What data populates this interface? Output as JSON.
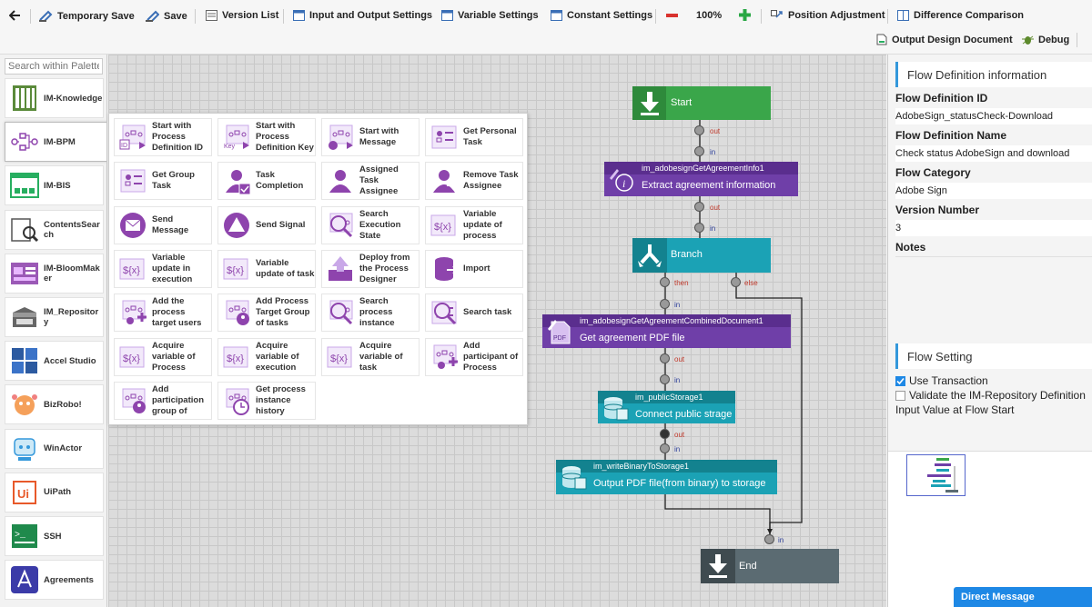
{
  "toolbar": {
    "back_label": "",
    "temporary_save": "Temporary Save",
    "save": "Save",
    "version_list": "Version List",
    "io_settings": "Input and Output Settings",
    "variable_settings": "Variable Settings",
    "constant_settings": "Constant Settings",
    "zoom": "100%",
    "position_adjustment": "Position Adjustment",
    "difference_comparison": "Difference Comparison",
    "output_design_document": "Output Design Document",
    "debug": "Debug"
  },
  "palette": {
    "search_placeholder": "Search within Palette",
    "items": [
      {
        "label": "IM-Knowledge",
        "color": "#5a8a3a"
      },
      {
        "label": "IM-BPM",
        "color": "#8e44ad"
      },
      {
        "label": "IM-BIS",
        "color": "#27ae60"
      },
      {
        "label": "ContentsSearch",
        "color": "#555555"
      },
      {
        "label": "IM-BloomMaker",
        "color": "#8e44ad"
      },
      {
        "label": "IM_Repository",
        "color": "#555555"
      },
      {
        "label": "Accel Studio",
        "color": "#2c5aa0"
      },
      {
        "label": "BizRobo!",
        "color": "#e67e22"
      },
      {
        "label": "WinActor",
        "color": "#3498db"
      },
      {
        "label": "UiPath",
        "color": "#e8592a"
      },
      {
        "label": "SSH",
        "color": "#27ae60"
      },
      {
        "label": "Agreements",
        "color": "#3b3ba8"
      }
    ]
  },
  "subpalette": {
    "items": [
      "Start with Process Definition ID",
      "Start with Process Definition Key",
      "Start with Message",
      "Get Personal Task",
      "Get Group Task",
      "Task Completion",
      "Assigned Task Assignee",
      "Remove Task Assignee",
      "Send Message",
      "Send Signal",
      "Search Execution State",
      "Variable update of process",
      "Variable update in execution",
      "Variable update of task",
      "Deploy from the Process Designer",
      "Import",
      "Add the process target users",
      "Add Process Target Group of tasks",
      "Search process instance",
      "Search task",
      "Acquire variable of Process",
      "Acquire variable of execution",
      "Acquire variable of task",
      "Add participant of Process",
      "Add participation group of",
      "Get process instance history"
    ]
  },
  "flow": {
    "start": "Start",
    "branch": "Branch",
    "end": "End",
    "port_out": "out",
    "port_in": "in",
    "port_then": "then",
    "port_else": "else",
    "nodes": [
      {
        "id": "im_adobesignGetAgreementInfo1",
        "label": "Extract agreement information"
      },
      {
        "id": "im_adobesignGetAgreementCombinedDocument1",
        "label": "Get agreement PDF file"
      },
      {
        "id": "im_publicStorage1",
        "label": "Connect public strage"
      },
      {
        "id": "im_writeBinaryToStorage1",
        "label": "Output PDF file(from binary) to storage"
      }
    ],
    "colors": {
      "start": "#3aa64a",
      "adobe": "#6f3fa8",
      "adobe_dark": "#5a2e8e",
      "teal": "#1ba2b5",
      "teal_dark": "#13828f",
      "end": "#5b6b72",
      "end_dark": "#3f4b50"
    }
  },
  "right_panel": {
    "flow_definition_header": "Flow Definition information",
    "flow_definition_id_label": "Flow Definition ID",
    "flow_definition_id": "AdobeSign_statusCheck-Download",
    "flow_definition_name_label": "Flow Definition Name",
    "flow_definition_name": "Check status AdobeSign and download",
    "flow_category_label": "Flow Category",
    "flow_category": "Adobe Sign",
    "version_number_label": "Version Number",
    "version_number": "3",
    "notes_label": "Notes",
    "flow_setting_header": "Flow Setting",
    "use_transaction": "Use Transaction",
    "validate_repository": "Validate the IM-Repository Definition",
    "input_value": "Input Value at Flow Start"
  },
  "direct_message": "Direct Message"
}
